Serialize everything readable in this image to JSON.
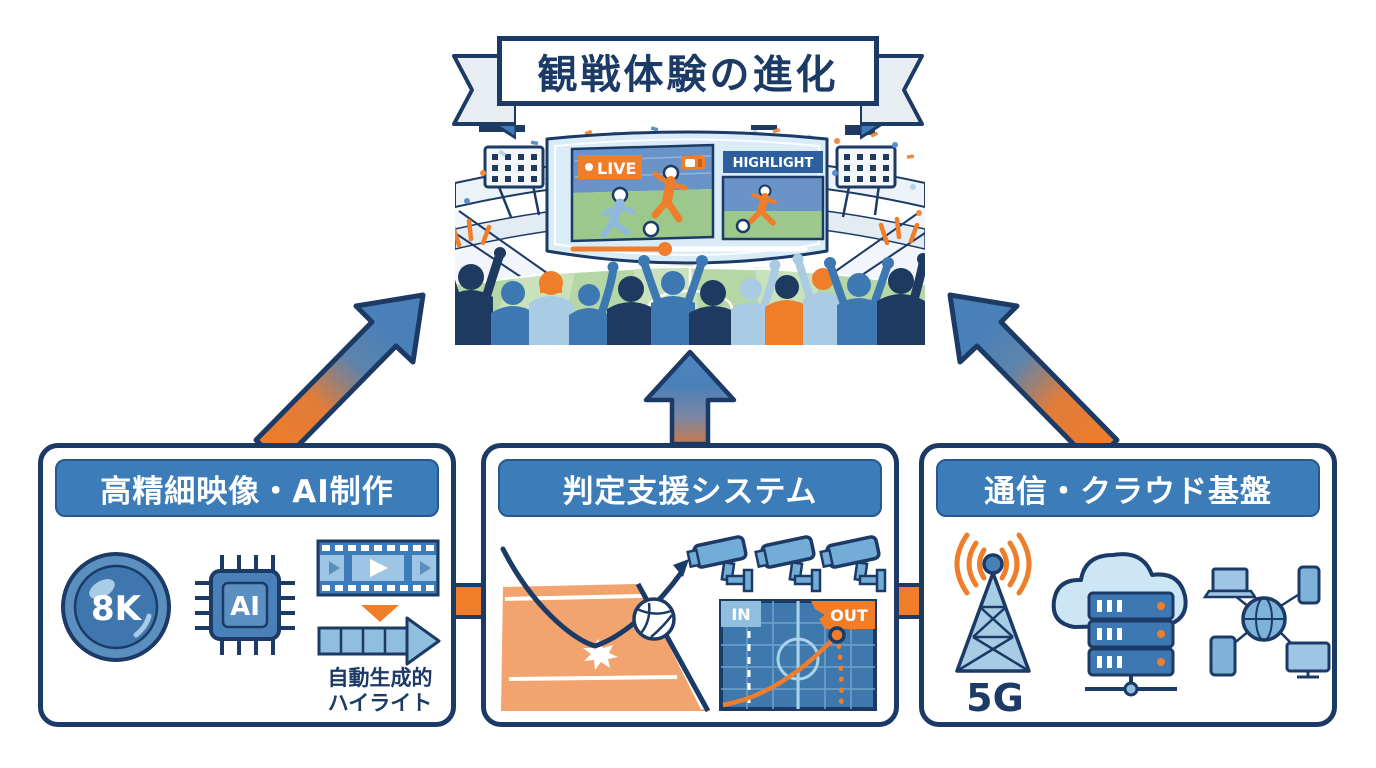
{
  "banner": {
    "title": "観戦体験の進化"
  },
  "stadium": {
    "live_badge": "LIVE",
    "highlight_badge": "HIGHLIGHT"
  },
  "boxes": [
    {
      "title": "高精細映像・AI制作",
      "lens_label": "8K",
      "chip_label": "AI",
      "caption_line1": "自動生成的",
      "caption_line2": "ハイライト"
    },
    {
      "title": "判定支援システム",
      "in_label": "IN",
      "out_label": "OUT"
    },
    {
      "title": "通信・クラウド基盤",
      "tower_label": "5G"
    }
  ],
  "colors": {
    "navy": "#1c3a66",
    "header_blue": "#3c7cb8",
    "light_blue": "#8fbede",
    "orange": "#ef7d2a",
    "court_orange": "#f2a36e",
    "field_green": "#b5d6a5",
    "screen_glass": "#d9ecf7"
  }
}
